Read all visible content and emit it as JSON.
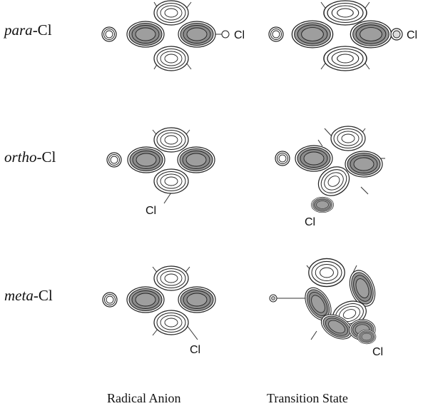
{
  "rows": [
    {
      "prefix": "para",
      "suffix": "-Cl"
    },
    {
      "prefix": "ortho",
      "suffix": "-Cl"
    },
    {
      "prefix": "meta",
      "suffix": "-Cl"
    }
  ],
  "columns": [
    "Radical Anion",
    "Transition State"
  ],
  "atom_label": "Cl",
  "colors": {
    "dark_lobe": "#8f8f8f",
    "mid_lobe": "#bcbcbc",
    "light_lobe": "#ffffff",
    "line": "#222222"
  }
}
